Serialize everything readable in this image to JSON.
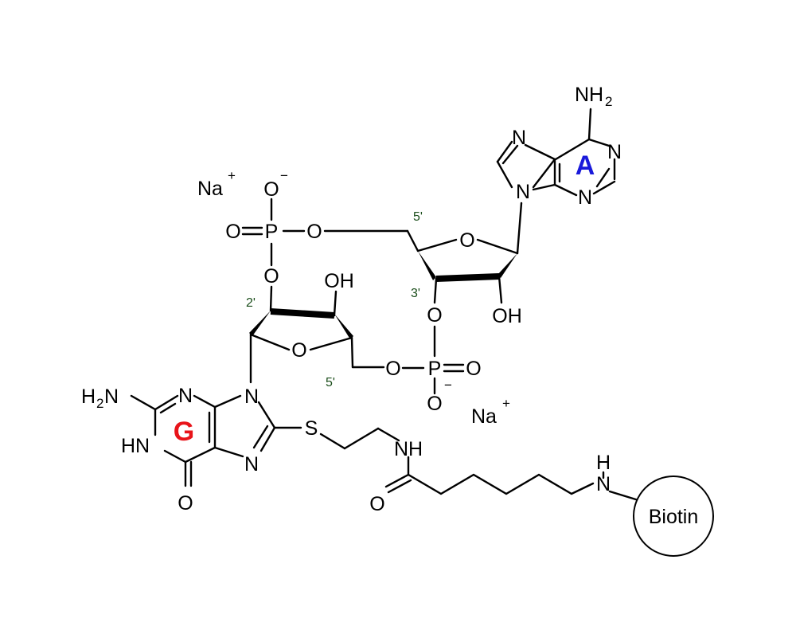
{
  "colors": {
    "bond": "#000000",
    "base_g": "#e8141a",
    "base_a": "#1a1adb",
    "position_labels": "#1a4d1a",
    "background": "#ffffff"
  },
  "counterions": {
    "na": "Na",
    "plus": "+"
  },
  "phosphate_top": {
    "o_minus_o": "O",
    "minus": "−",
    "o_double": "O",
    "p": "P",
    "o_ester_right": "O",
    "o_ester_down": "O"
  },
  "phosphate_bottom": {
    "o_ester_left": "O",
    "p": "P",
    "o_double": "O",
    "o_minus_o": "O",
    "minus": "−",
    "o_ester_up": "O"
  },
  "ribose_g": {
    "ring_o": "O",
    "oh": "OH",
    "pos_2": "2'",
    "pos_5": "5'"
  },
  "ribose_a": {
    "ring_o": "O",
    "oh": "OH",
    "pos_3": "3'",
    "pos_5": "5'"
  },
  "adenine": {
    "label": "A",
    "nh2_n": "NH",
    "nh2_sub": "2",
    "n1": "N",
    "n3": "N",
    "n7": "N",
    "n9": "N"
  },
  "guanine": {
    "label": "G",
    "h2n_h": "H",
    "h2n_sub": "2",
    "h2n_n": "N",
    "n3": "N",
    "hn1": "HN",
    "n7": "N",
    "n9": "N",
    "o6": "O"
  },
  "linker": {
    "s": "S",
    "nh": "NH",
    "o_amide": "O",
    "nh_top_h": "H",
    "nh_top_n": "N"
  },
  "biotin": {
    "label": "Biotin"
  }
}
